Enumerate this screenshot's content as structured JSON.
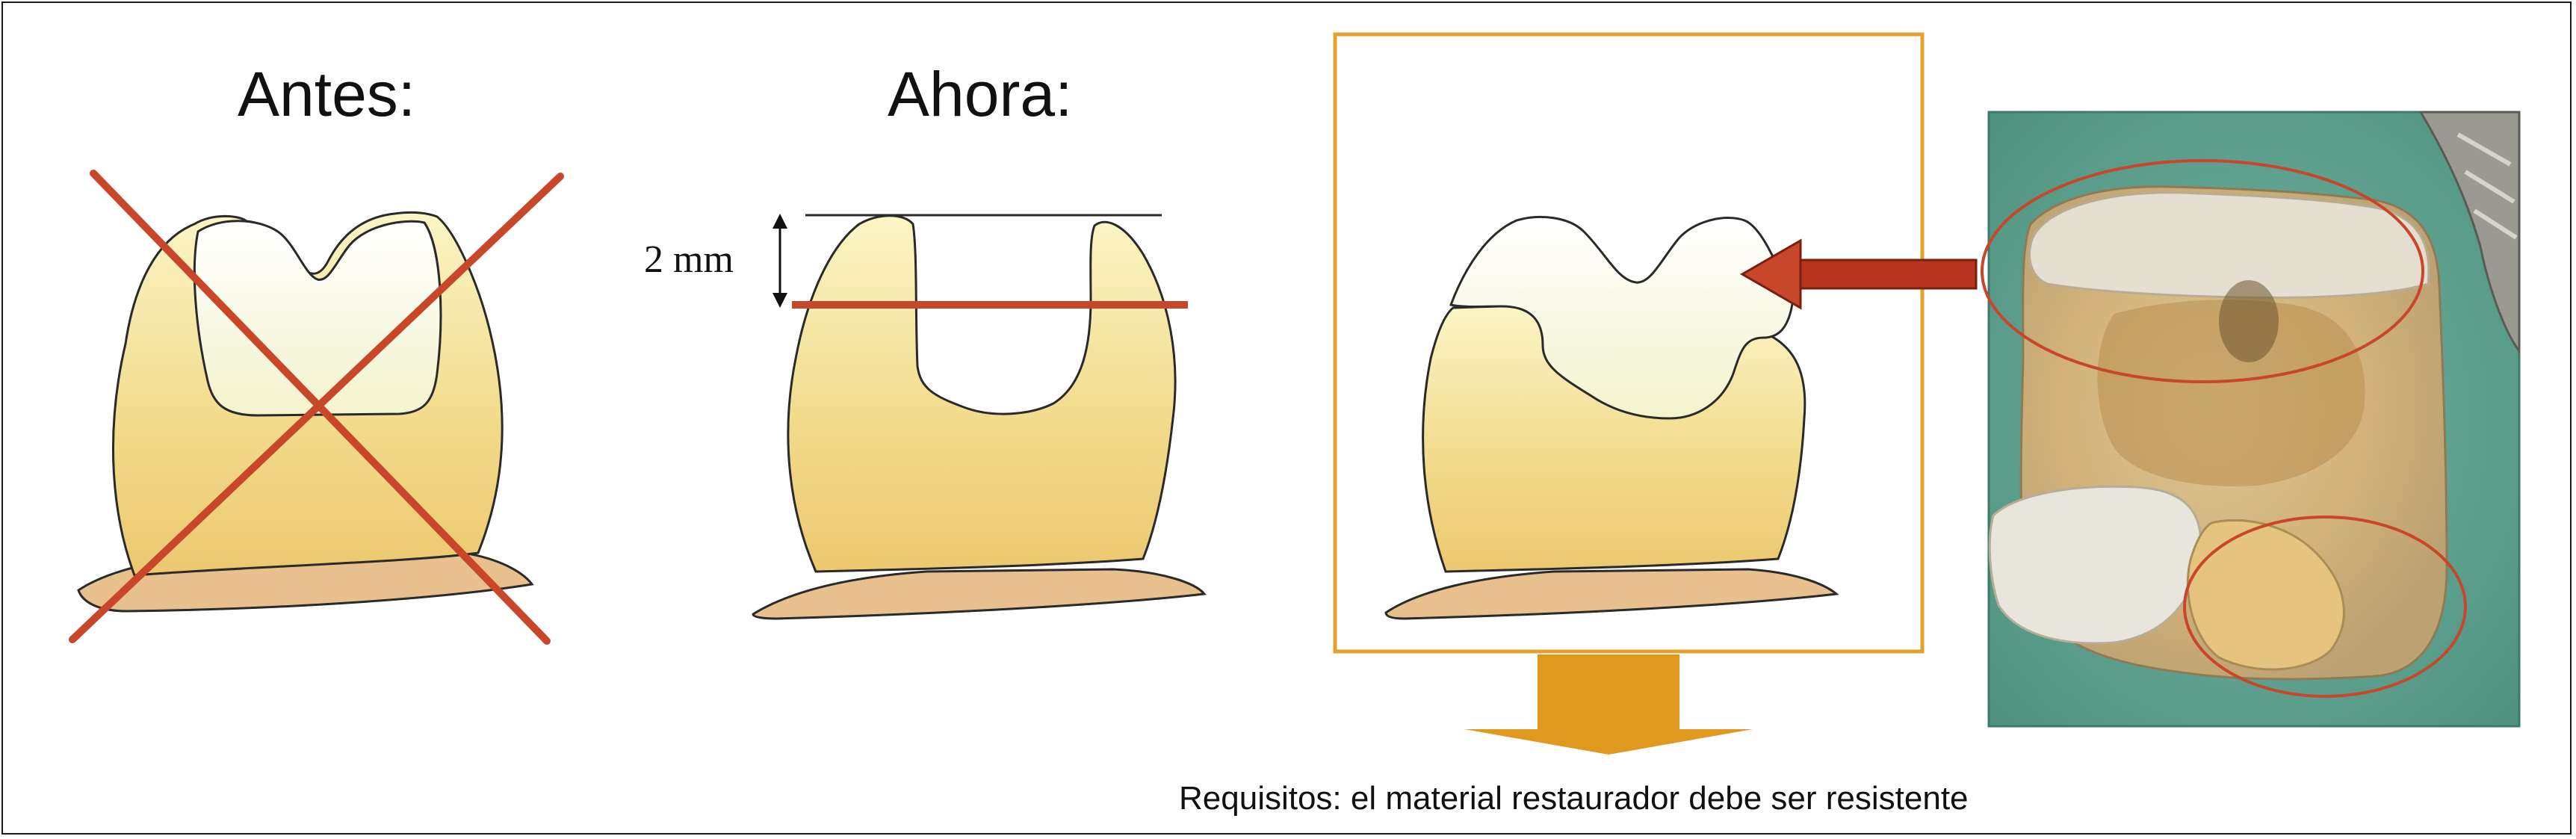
{
  "headings": {
    "before": "Antes:",
    "now": "Ahora:"
  },
  "measurement": {
    "label": "2 mm"
  },
  "caption": "Requisitos: el material restaurador debe ser resistente",
  "icons": {
    "cross": "cross-out-icon",
    "arrow_left": "arrow-left-icon",
    "arrow_down": "arrow-down-icon",
    "double_arrow": "double-arrow-vertical-icon"
  },
  "colors": {
    "accent_red": "#c8462a",
    "frame_orange": "#e3a12e",
    "arrow_orange": "#e0981e",
    "tooth_yellow": "#f2dc8c",
    "gum": "#e8c08e",
    "dam_green": "#5fa492"
  }
}
